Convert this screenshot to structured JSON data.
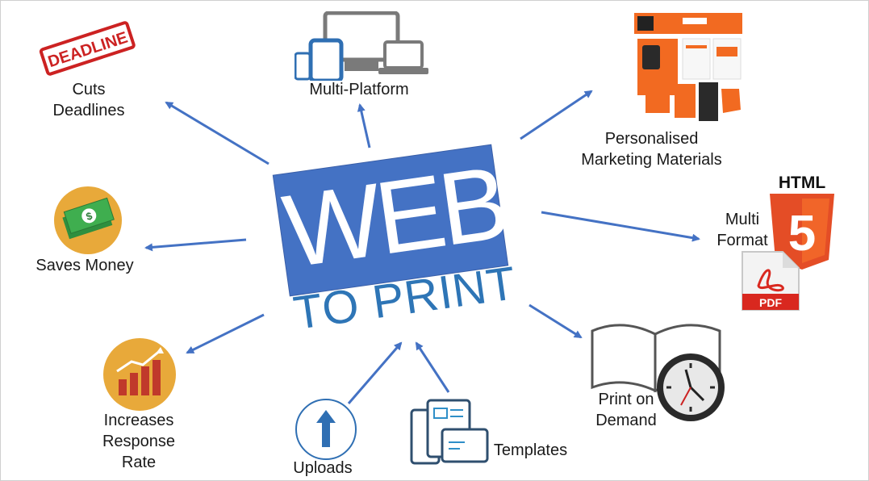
{
  "center": {
    "title": "WEB",
    "subtitle": "TO PRINT"
  },
  "nodes": {
    "deadlines": {
      "label": "Cuts\nDeadlines",
      "stamp": "DEADLINE"
    },
    "multi_platform": {
      "label": "Multi-Platform"
    },
    "marketing": {
      "label": "Personalised\nMarketing Materials"
    },
    "multi_format": {
      "label": "Multi\nFormat",
      "html_badge": "HTML",
      "html_number": "5",
      "pdf_badge": "PDF"
    },
    "print_on_demand": {
      "label": "Print on\nDemand"
    },
    "templates": {
      "label": "Templates"
    },
    "uploads": {
      "label": "Uploads"
    },
    "response_rate": {
      "label": "Increases\nResponse\nRate"
    },
    "saves_money": {
      "label": "Saves Money"
    }
  },
  "colors": {
    "web_box": "#4472c4",
    "print_text": "#2e75b6",
    "arrow": "#4472c4",
    "icon_gold": "#e8a93a",
    "html5_orange": "#e44d26",
    "pdf_red": "#d9281f",
    "deadline_red": "#cc2222"
  },
  "icons": {
    "deadlines": "deadline-stamp-icon",
    "multi_platform": "devices-icon",
    "marketing": "marketing-collage-icon",
    "html": "html5-icon",
    "pdf": "pdf-icon",
    "print_on_demand": "book-clock-icon",
    "templates": "templates-icon",
    "uploads": "upload-arrow-icon",
    "response_rate": "bar-chart-growth-icon",
    "saves_money": "money-icon"
  }
}
